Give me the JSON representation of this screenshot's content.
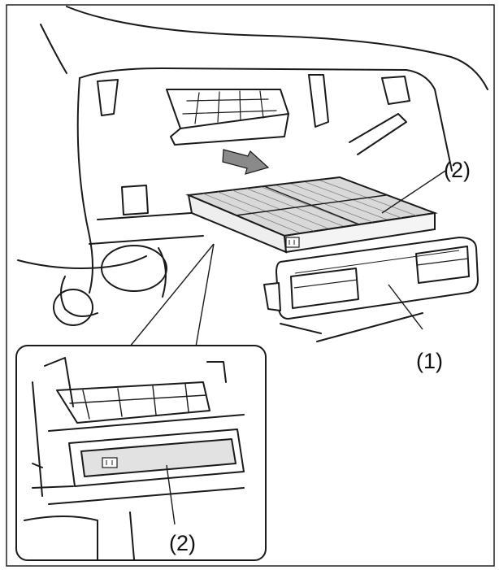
{
  "callouts": {
    "filter_main": "(2)",
    "cover": "(1)",
    "filter_inset": "(2)"
  },
  "colors": {
    "line": "#1a1a1a",
    "frame": "#222222",
    "background": "#ffffff",
    "filter_fill": "#d9d9d9",
    "arrow_fill": "#8a8a8a"
  },
  "icons": {
    "arrow": "direction-arrow-icon",
    "tab": "up-mark-icon"
  }
}
